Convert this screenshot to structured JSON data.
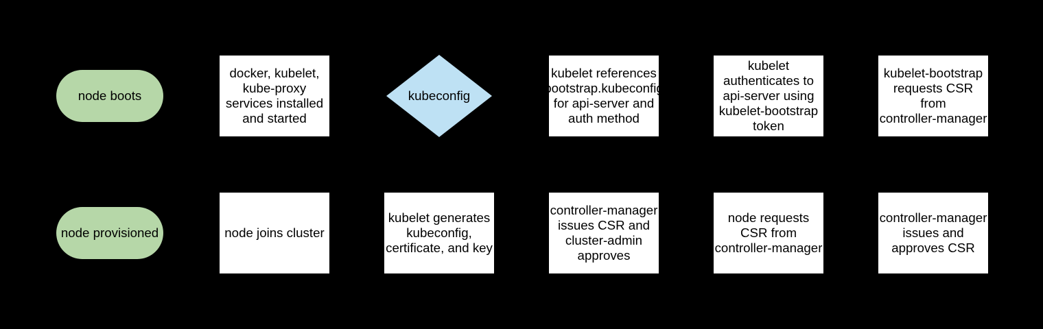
{
  "colors": {
    "background": "#000000",
    "terminator_fill": "#b6d7a8",
    "process_fill": "#ffffff",
    "decision_fill": "#bee1f4",
    "text": "#000000"
  },
  "diagram": {
    "rows": [
      {
        "nodes": [
          {
            "shape": "terminator",
            "lines": [
              "node boots"
            ]
          },
          {
            "shape": "process",
            "lines": [
              "docker, kubelet,",
              "kube-proxy",
              "services installed",
              "and started"
            ]
          },
          {
            "shape": "decision",
            "lines": [
              "kubeconfig"
            ]
          },
          {
            "shape": "process",
            "lines": [
              "kubelet references",
              "bootstrap.kubeconfig",
              "for api-server and",
              "auth method"
            ]
          },
          {
            "shape": "process",
            "lines": [
              "kubelet",
              "authenticates to",
              "api-server using",
              "kubelet-bootstrap",
              "token"
            ]
          },
          {
            "shape": "process",
            "lines": [
              "kubelet-bootstrap",
              "requests CSR",
              "from",
              "controller-manager"
            ]
          }
        ]
      },
      {
        "nodes": [
          {
            "shape": "terminator",
            "lines": [
              "node provisioned"
            ]
          },
          {
            "shape": "process",
            "lines": [
              "node joins cluster"
            ]
          },
          {
            "shape": "process",
            "lines": [
              "kubelet generates",
              "kubeconfig,",
              "certificate, and key"
            ]
          },
          {
            "shape": "process",
            "lines": [
              "controller-manager",
              "issues CSR and",
              "cluster-admin",
              "approves"
            ]
          },
          {
            "shape": "process",
            "lines": [
              "node requests",
              "CSR from",
              "controller-manager"
            ]
          },
          {
            "shape": "process",
            "lines": [
              "controller-manager",
              "issues and",
              "approves CSR"
            ]
          }
        ]
      }
    ]
  }
}
